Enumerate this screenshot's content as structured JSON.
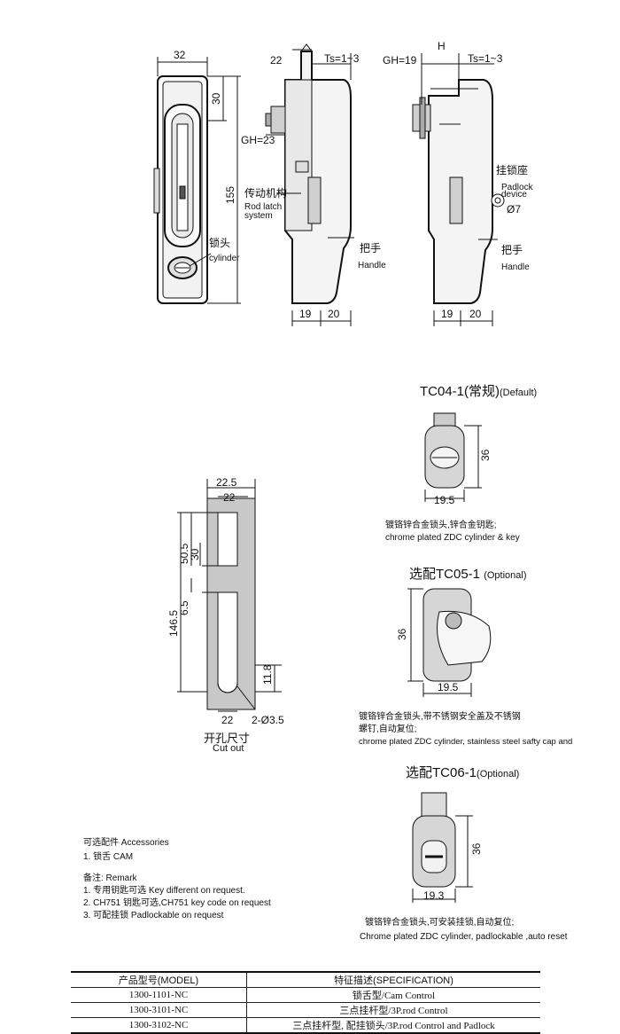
{
  "drawing_front": {
    "dim_width": "32",
    "dim_top": "30",
    "dim_height": "155",
    "label_cylinder_cn": "锁头",
    "label_cylinder_en": "cylinder"
  },
  "drawing_side": {
    "dim_22": "22",
    "dim_ts": "Ts=1~3",
    "dim_gh": "GH=23",
    "label_rod_cn": "传动机构",
    "label_rod_en_1": "Rod latch",
    "label_rod_en_2": "system",
    "label_handle_cn": "把手",
    "label_handle_en": "Handle",
    "dim_19": "19",
    "dim_20": "20"
  },
  "drawing_side2": {
    "dim_h": "H",
    "dim_gh": "GH=19",
    "dim_ts": "Ts=1~3",
    "label_padlock_cn": "挂锁座",
    "label_padlock_en_1": "Padlock",
    "label_padlock_en_2": "device",
    "dim_hole": "Ø7",
    "label_handle_cn": "把手",
    "label_handle_en": "Handle",
    "dim_19": "19",
    "dim_20": "20"
  },
  "cutout": {
    "dim_225": "22.5",
    "dim_22_top": "22",
    "dim_505": "50.5",
    "dim_30": "30",
    "dim_65": "6.5",
    "dim_1465": "146.5",
    "dim_118": "11.8",
    "dim_22_bottom": "22",
    "dim_hole": "2-Ø3.5",
    "title_cn": "开孔尺寸",
    "title_en": "Cut out"
  },
  "options": [
    {
      "title": "TC04-1(常规)",
      "tag": "(Default)",
      "dim_h": "36",
      "dim_w": "19.5",
      "desc_cn": "镀铬锌合金锁头,锌合金钥匙;",
      "desc_en": "chrome plated ZDC cylinder & key"
    },
    {
      "title": "选配TC05-1",
      "tag": "(Optional)",
      "dim_h": "36",
      "dim_w": "19.5",
      "desc_cn_1": "镀铬锌合金锁头,带不锈钢安全盖及不锈钢",
      "desc_cn_2": "螺钉,自动复位;",
      "desc_en": "chrome plated ZDC cylinder, stainless steel safty cap and"
    },
    {
      "title": "选配TC06-1",
      "tag": "(Optional)",
      "dim_h": "36",
      "dim_w": "19.3",
      "desc_cn": "镀铬锌合金锁头,可安装挂锁,自动复位;",
      "desc_en": "Chrome plated ZDC cylinder, padlockable ,auto reset"
    }
  ],
  "accessories": {
    "heading": "可选配件 Accessories",
    "items": [
      "1. 锁舌    CAM"
    ]
  },
  "remark": {
    "heading": "备注: Remark",
    "items": [
      "1. 专用钥匙可选 Key different on request.",
      "2. CH751 钥匙可选,CH751 key code on request",
      "3. 可配挂锁    Padlockable on request"
    ]
  },
  "spec_table": {
    "headers": [
      "产品型号(MODEL)",
      "特征描述(SPECIFICATION)"
    ],
    "rows": [
      [
        "1300-1101-NC",
        "锁舌型/Cam Control"
      ],
      [
        "1300-3101-NC",
        "三点挂杆型/3P.rod Control"
      ],
      [
        "1300-3102-NC",
        "三点挂杆型, 配挂锁头/3P.rod Control and Padlock"
      ]
    ]
  }
}
